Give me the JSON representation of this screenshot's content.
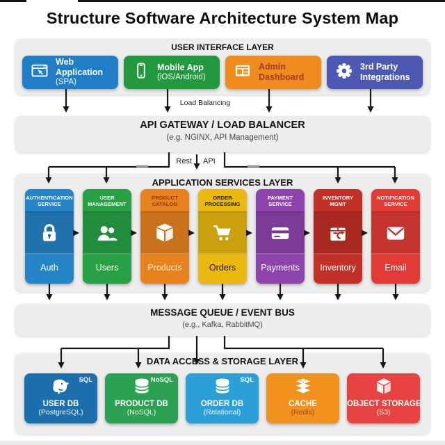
{
  "title": "Structure Software Architecture System Map",
  "ui_layer": {
    "heading": "USER INTERFACE LAYER",
    "boxes": [
      {
        "title": "Web Application",
        "subtitle": "(SPA)",
        "icon": "browser-icon",
        "color": "#1f7ec5"
      },
      {
        "title": "Mobile App",
        "subtitle": "(iOS/Android)",
        "icon": "smartphone-icon",
        "color": "#22993e"
      },
      {
        "title": "Admin",
        "subtitle": "Dashboard",
        "icon": "dashboard-icon",
        "color": "#ef8c1d"
      },
      {
        "title": "3rd Party",
        "subtitle": "Integrations",
        "icon": "gear-icon",
        "color": "#4d58b2"
      }
    ]
  },
  "connectors": {
    "load_balancing": "Load Balancing",
    "rest": "Rest",
    "api": "API"
  },
  "gateway": {
    "title": "API GATEWAY / LOAD BALANCER",
    "subtitle": "(e.g. NGINX, API Management)"
  },
  "services_layer": {
    "heading": "APPLICATION SERVICES LAYER",
    "cards": [
      {
        "name": "AUTHENTICATION SERVICE",
        "label": "Auth",
        "icon": "lock-icon",
        "color": "#2584c6"
      },
      {
        "name": "USER MANAGEMENT",
        "label": "Users",
        "icon": "users-icon",
        "color": "#27a144"
      },
      {
        "name": "PRODUCT CATALOG",
        "label": "Products",
        "icon": "package-icon",
        "color": "#e8821f"
      },
      {
        "name": "ORDER PROCESSING",
        "label": "Orders",
        "icon": "shopping-cart-icon",
        "color": "#eab80f"
      },
      {
        "name": "PAYMENT SERVICE",
        "label": "Payments",
        "icon": "credit-card-icon",
        "color": "#8e44ad"
      },
      {
        "name": "INVENTORY MGMT",
        "label": "Inventory",
        "icon": "package-return-icon",
        "color": "#c33027"
      },
      {
        "name": "NOTIFICATION SERVICE",
        "label": "Email",
        "icon": "envelope-icon",
        "color": "#e23b35"
      }
    ]
  },
  "message_queue": {
    "title": "MESSAGE QUEUE / EVENT BUS",
    "subtitle": "(e.g., Kafka, RabbitMQ)"
  },
  "data_layer": {
    "heading": "DATA ACCESS & STORAGE LAYER",
    "stores": [
      {
        "name": "USER DB",
        "subtitle": "(PostgreSQL)",
        "badge": "SQL",
        "icon": "postgresql-elephant-icon",
        "color": "#1b6fad"
      },
      {
        "name": "PRODUCT DB",
        "subtitle": "(NoSQL)",
        "badge": "NoSQL",
        "icon": "database-icon",
        "color": "#2da153"
      },
      {
        "name": "ORDER DB",
        "subtitle": "(Relational)",
        "badge": "SQL",
        "icon": "database-icon",
        "color": "#2b9fd8"
      },
      {
        "name": "CACHE",
        "subtitle": "(Redis)",
        "badge": "",
        "icon": "redis-layers-icon",
        "color": "#f0921d"
      },
      {
        "name": "OBJECT STORAGE",
        "subtitle": "(S3)",
        "badge": "",
        "icon": "storage-cube-icon",
        "color": "#e84343"
      }
    ]
  }
}
